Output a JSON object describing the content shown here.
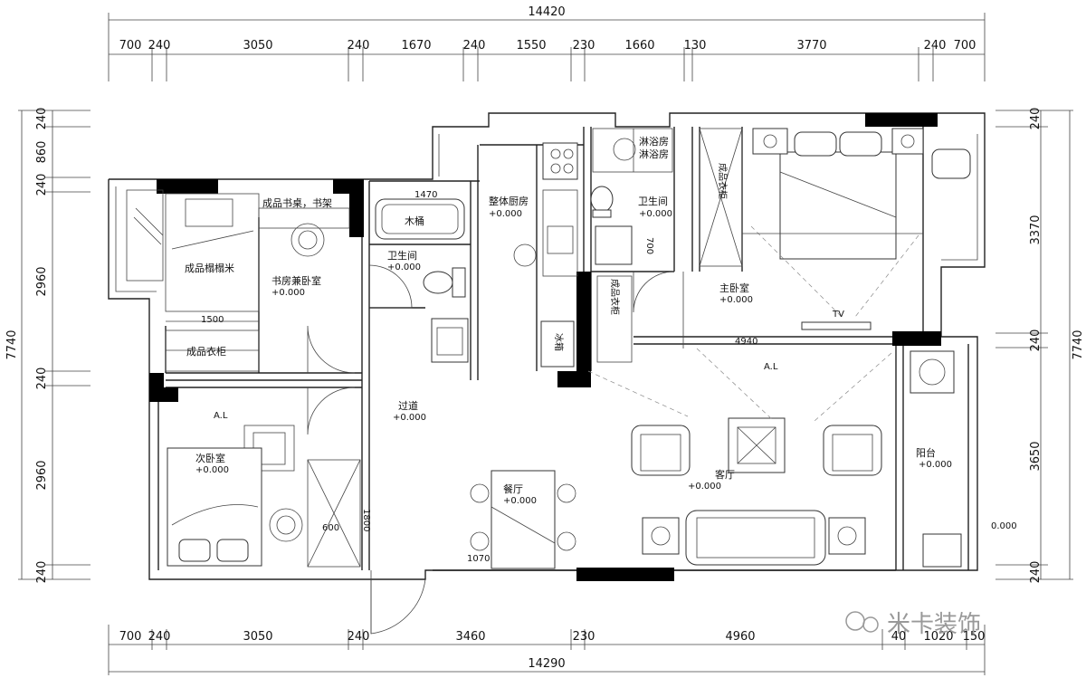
{
  "dimensions": {
    "top_total": "14420",
    "top_segments": [
      "700",
      "240",
      "3050",
      "240",
      "1670",
      "240",
      "1550",
      "230",
      "1660",
      "130",
      "3770",
      "240",
      "700"
    ],
    "bottom_total": "14290",
    "bottom_segments": [
      "700",
      "240",
      "3050",
      "240",
      "3460",
      "230",
      "4960",
      "40",
      "1020",
      "150"
    ],
    "left_total": "7740",
    "left_segments": [
      "240",
      "860",
      "240",
      "2960",
      "240",
      "2960",
      "240"
    ],
    "right_total": "7740",
    "right_segments": [
      "240",
      "3370",
      "240",
      "3650",
      "240"
    ]
  },
  "rooms": {
    "bathtub": "木桶",
    "bathtub_dim": "1470",
    "kitchen": "整体厨房",
    "kitchen_level": "+0.000",
    "shower": "淋浴房",
    "shower2": "淋浴房",
    "wardrobe_master": "成品衣柜",
    "bath2": "卫生间",
    "bath2_level": "+0.000",
    "bath2_dim": "700",
    "master": "主卧室",
    "master_level": "+0.000",
    "tv": "TV",
    "desk": "成品书桌，书架",
    "tatami": "成品榻榻米",
    "study": "书房兼卧室",
    "study_level": "+0.000",
    "study_dim": "1500",
    "wardrobe_study": "成品衣柜",
    "bath1": "卫生间",
    "bath1_level": "+0.000",
    "fridge": "冰箱",
    "wardrobe_kitchen": "成品衣柜",
    "corridor": "过道",
    "corridor_level": "+0.000",
    "al1": "A.L",
    "al2": "A.L",
    "second": "次卧室",
    "second_level": "+0.000",
    "dim_4940": "4940",
    "dining": "餐厅",
    "dining_level": "+0.000",
    "dim_600": "600",
    "dim_1800": "1800",
    "dim_1070": "1070",
    "living": "客厅",
    "living_level": "+0.000",
    "balcony": "阳台",
    "balcony_level": "+0.000",
    "balcony_level2": "0.000"
  },
  "watermark": "米卡装饰"
}
